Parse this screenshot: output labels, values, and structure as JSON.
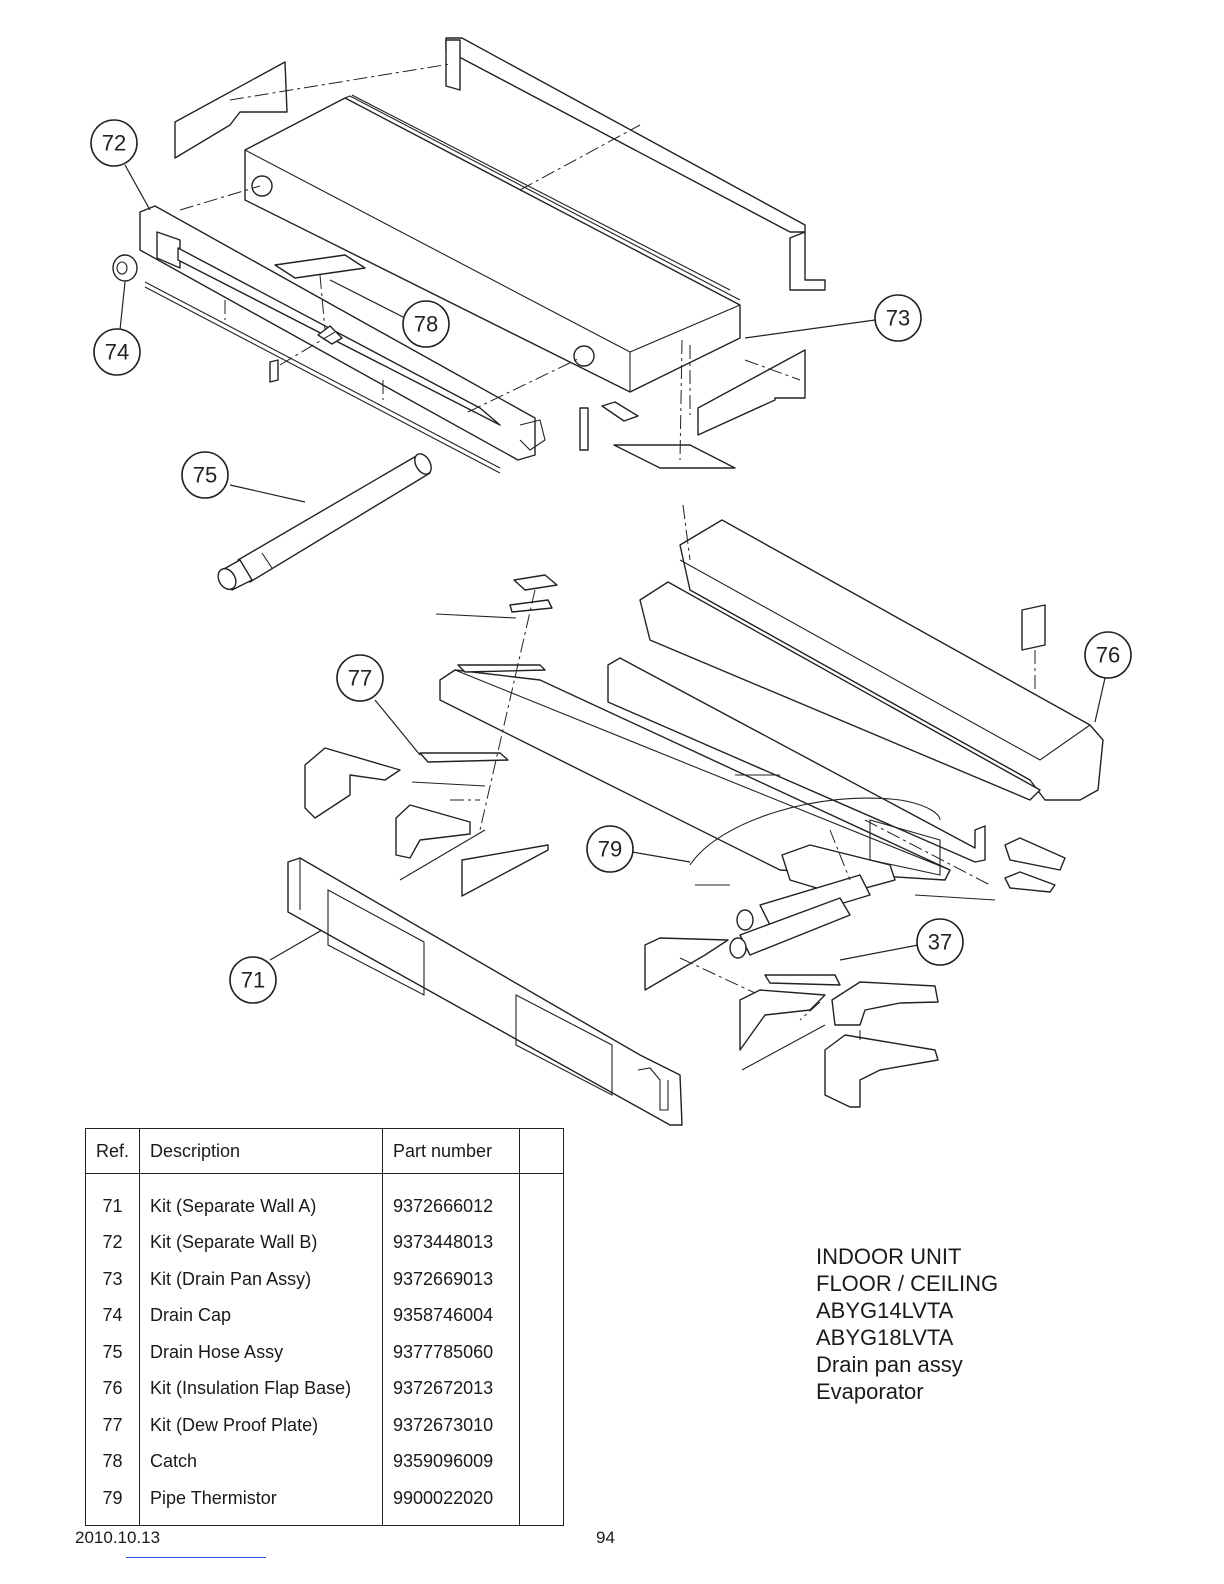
{
  "callouts": [
    {
      "ref": "72"
    },
    {
      "ref": "74"
    },
    {
      "ref": "78"
    },
    {
      "ref": "73"
    },
    {
      "ref": "75"
    },
    {
      "ref": "76"
    },
    {
      "ref": "77"
    },
    {
      "ref": "79"
    },
    {
      "ref": "37"
    },
    {
      "ref": "71"
    }
  ],
  "table": {
    "headers": [
      "Ref.",
      "Description",
      "Part number",
      ""
    ],
    "rows": [
      {
        "ref": "71",
        "description": "Kit (Separate Wall A)",
        "part_number": "9372666012"
      },
      {
        "ref": "72",
        "description": "Kit (Separate Wall B)",
        "part_number": "9373448013"
      },
      {
        "ref": "73",
        "description": "Kit (Drain Pan Assy)",
        "part_number": "9372669013"
      },
      {
        "ref": "74",
        "description": "Drain Cap",
        "part_number": "9358746004"
      },
      {
        "ref": "75",
        "description": "Drain Hose Assy",
        "part_number": "9377785060"
      },
      {
        "ref": "76",
        "description": "Kit (Insulation Flap Base)",
        "part_number": "9372672013"
      },
      {
        "ref": "77",
        "description": "Kit (Dew Proof Plate)",
        "part_number": "9372673010"
      },
      {
        "ref": "78",
        "description": "Catch",
        "part_number": "9359096009"
      },
      {
        "ref": "79",
        "description": "Pipe Thermistor",
        "part_number": "9900022020"
      }
    ]
  },
  "model_info": {
    "line1": "INDOOR UNIT",
    "line2": "FLOOR / CEILING",
    "line3": "ABYG14LVTA",
    "line4": "ABYG18LVTA",
    "line5": "Drain pan assy",
    "line6": "Evaporator"
  },
  "footer": {
    "date": "2010.10.13",
    "page": "94"
  }
}
